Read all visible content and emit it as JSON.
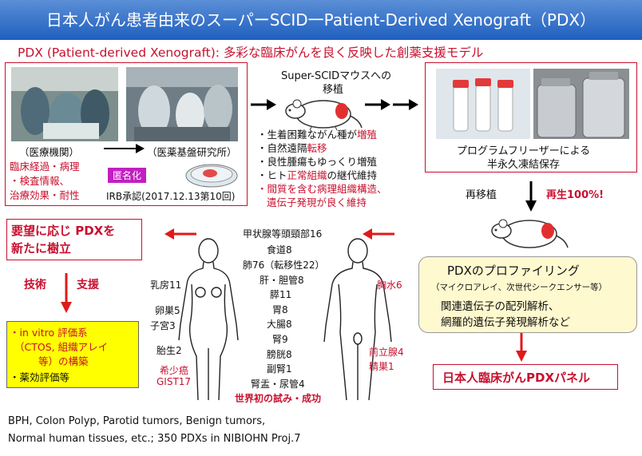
{
  "title": "日本人がん患者由来のスーパーSCID一Patient-Derived Xenograft（PDX）",
  "subtitle": "PDX (Patient-derived Xenograft): 多彩な臨床がんを良く反映した創薬支援モデル",
  "left_box": {
    "medical_label": "（医療機関）",
    "institute_label": "（医薬基盤研究所）",
    "clinical_lines": [
      "臨床経過・病理",
      "・検査情報、",
      "治療効果・耐性"
    ],
    "anonymize_tag": "匿名化",
    "irb": "IRB承認(2017.12.13第10回)"
  },
  "mouse_transplant": {
    "line1": "Super-SCIDマウスへの",
    "line2": "移植"
  },
  "features": [
    {
      "pre": "・生着困難ながん種が",
      "em": "増殖",
      "post": ""
    },
    {
      "pre": "・自然遠隔",
      "em": "転移",
      "post": ""
    },
    {
      "pre": "・良性腫瘍もゆっくり増殖",
      "em": "",
      "post": ""
    },
    {
      "pre": "・ヒト",
      "em": "正常組織",
      "post": "の継代維持"
    }
  ],
  "features_red": [
    "・間質を含む病理組織構造、",
    "遺伝子発現が良く維持"
  ],
  "freezer": {
    "line1": "プログラムフリーザーによる",
    "line2": "半永久凍結保存"
  },
  "retransplant": {
    "label": "再移植",
    "result": "再生100%!"
  },
  "request_box": {
    "line1": "要望に応じ PDXを",
    "line2": "新たに樹立"
  },
  "tech_support": {
    "a": "技術",
    "b": "支援"
  },
  "yellow_box": [
    "・in vitro 評価系",
    "（CTOS, 組織アレイ",
    "等）の構築",
    "・薬効評価等"
  ],
  "organs_center": [
    "甲状腺等頭頸部16",
    "食道8",
    "肺76（転移性22）",
    "肝・胆管8",
    "膵11",
    "胃8",
    "大腸8",
    "腎9",
    "膀胱8",
    "副腎1",
    "腎盂・尿管4"
  ],
  "organs_left": [
    "乳房11",
    "卵巣5",
    "子宮3",
    "胎生2"
  ],
  "rare_cancer": [
    "希少癌",
    "GIST17"
  ],
  "organs_right": [
    "胸水6",
    "前立腺4",
    "精巣1"
  ],
  "world_first": "世界初の試み・成功",
  "profiling": {
    "title": "PDXのプロファイリング",
    "sub": "（マイクロアレイ、次世代シークエンサー等）",
    "line1": "関連遺伝子の配列解析、",
    "line2": "網羅的遺伝子発現解析など"
  },
  "panel": "日本人臨床がんPDXパネル",
  "footer": [
    "BPH, Colon Polyp, Parotid tumors, Benign tumors,",
    "Normal human tissues, etc.; 350 PDXs in NIBIOHN Proj.7"
  ],
  "colors": {
    "accent_red": "#c8102e",
    "title_blue": "#2f6fcc",
    "tag_magenta": "#c21fc2",
    "highlight_yellow": "#ffff00"
  }
}
